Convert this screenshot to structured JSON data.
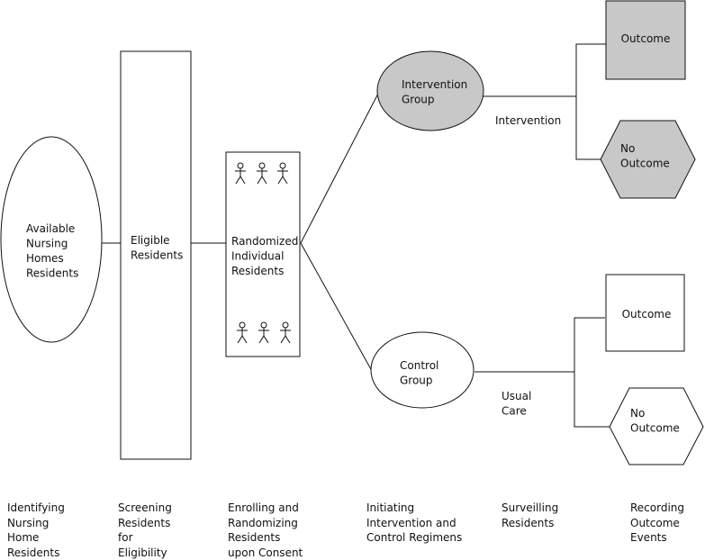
{
  "nodes": {
    "available": "Available\nNursing\nHomes\nResidents",
    "eligible": "Eligible\nResidents",
    "randomized": "Randomized\nIndividual\nResidents",
    "intervention_group": "Intervention\nGroup",
    "control_group": "Control\nGroup",
    "outcome_intervention": "Outcome",
    "no_outcome_intervention": "No\nOutcome",
    "outcome_control": "Outcome",
    "no_outcome_control": "No\nOutcome"
  },
  "edge_labels": {
    "intervention": "Intervention",
    "usual_care": "Usual\nCare"
  },
  "stages": [
    "Identifying\nNursing\nHome\nResidents",
    "Screening\nResidents\nfor\nEligibility",
    "Enrolling and\nRandomizing\nResidents\nupon Consent",
    "Initiating\nIntervention and\nControl Regimens",
    "Surveilling\nResidents",
    "Recording\nOutcome\nEvents"
  ],
  "colors": {
    "shaded": "#c8c8c8",
    "line": "#111111",
    "background": "#ffffff"
  }
}
